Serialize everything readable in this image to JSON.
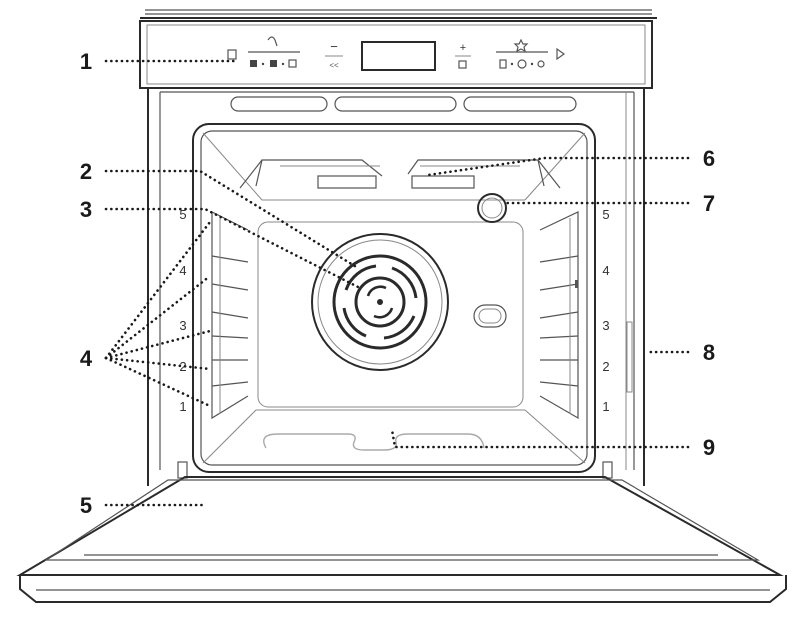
{
  "callouts": [
    {
      "id": "1",
      "label": "1"
    },
    {
      "id": "2",
      "label": "2"
    },
    {
      "id": "3",
      "label": "3"
    },
    {
      "id": "4",
      "label": "4"
    },
    {
      "id": "5",
      "label": "5"
    },
    {
      "id": "6",
      "label": "6"
    },
    {
      "id": "7",
      "label": "7"
    },
    {
      "id": "8",
      "label": "8"
    },
    {
      "id": "9",
      "label": "9"
    }
  ],
  "shelf_levels": {
    "left": [
      "5",
      "4",
      "3",
      "2",
      "1"
    ],
    "right": [
      "5",
      "4",
      "3",
      "2",
      "1"
    ]
  },
  "control_panel": {
    "minus_symbol": "−",
    "back_symbol": "<<",
    "plus_symbol": "+",
    "icons": [
      "grill-icon",
      "oven-mode-icon",
      "star-icon",
      "check-icon",
      "clock-icon",
      "play-icon"
    ]
  }
}
